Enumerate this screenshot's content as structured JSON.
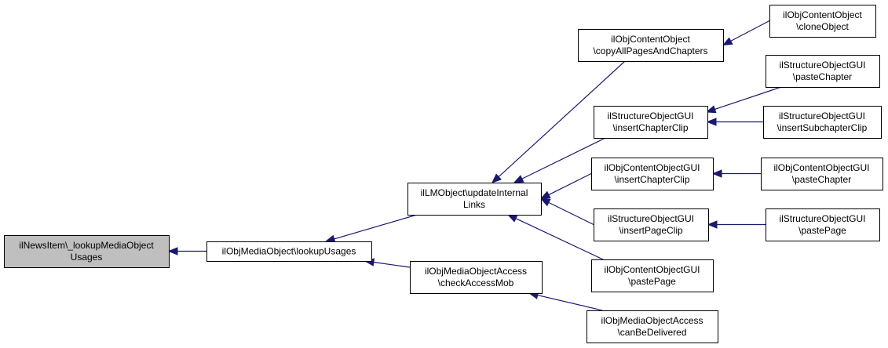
{
  "nodes": {
    "newsitem": {
      "lines": [
        "ilNewsItem\\_lookupMediaObject",
        "Usages"
      ],
      "root": true
    },
    "lookup": {
      "lines": [
        "ilObjMediaObject\\lookupUsages"
      ]
    },
    "update": {
      "lines": [
        "ilLMObject\\updateInternal",
        "Links"
      ]
    },
    "checkaccess": {
      "lines": [
        "ilObjMediaObjectAccess",
        "\\checkAccessMob"
      ]
    },
    "candeliver": {
      "lines": [
        "ilObjMediaObjectAccess",
        "\\canBeDelivered"
      ]
    },
    "copyall": {
      "lines": [
        "ilObjContentObject",
        "\\copyAllPagesAndChapters"
      ]
    },
    "clone": {
      "lines": [
        "ilObjContentObject",
        "\\cloneObject"
      ]
    },
    "sinsertchapter": {
      "lines": [
        "ilStructureObjectGUI",
        "\\insertChapterClip"
      ]
    },
    "spastechapter": {
      "lines": [
        "ilStructureObjectGUI",
        "\\pasteChapter"
      ]
    },
    "sinsertsub": {
      "lines": [
        "ilStructureObjectGUI",
        "\\insertSubchapterClip"
      ]
    },
    "cinsertchapter": {
      "lines": [
        "ilObjContentObjectGUI",
        "\\insertChapterClip"
      ]
    },
    "cpastechapter": {
      "lines": [
        "ilObjContentObjectGUI",
        "\\pasteChapter"
      ]
    },
    "sinsertpage": {
      "lines": [
        "ilStructureObjectGUI",
        "\\insertPageClip"
      ]
    },
    "spastepage": {
      "lines": [
        "ilStructureObjectGUI",
        "\\pastePage"
      ]
    },
    "cpastepage": {
      "lines": [
        "ilObjContentObjectGUI",
        "\\pastePage"
      ]
    }
  },
  "edges": [
    {
      "from": "lookup",
      "to": "newsitem"
    },
    {
      "from": "update",
      "to": "lookup"
    },
    {
      "from": "checkaccess",
      "to": "lookup"
    },
    {
      "from": "copyall",
      "to": "update"
    },
    {
      "from": "sinsertchapter",
      "to": "update"
    },
    {
      "from": "cinsertchapter",
      "to": "update"
    },
    {
      "from": "sinsertpage",
      "to": "update"
    },
    {
      "from": "cpastepage",
      "to": "update"
    },
    {
      "from": "clone",
      "to": "copyall"
    },
    {
      "from": "spastechapter",
      "to": "sinsertchapter"
    },
    {
      "from": "sinsertsub",
      "to": "sinsertchapter"
    },
    {
      "from": "cpastechapter",
      "to": "cinsertchapter"
    },
    {
      "from": "spastepage",
      "to": "sinsertpage"
    },
    {
      "from": "candeliver",
      "to": "checkaccess"
    }
  ],
  "colors": {
    "edge": "#191970",
    "root_fill": "#bfbfbf",
    "node_fill": "#ffffff",
    "border": "#000000"
  }
}
